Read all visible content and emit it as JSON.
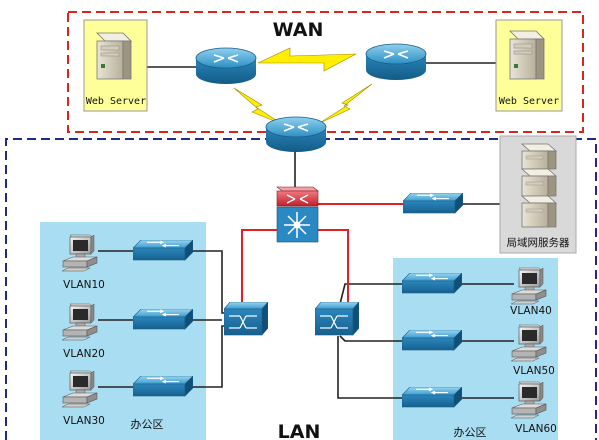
{
  "wan": {
    "title": "WAN"
  },
  "lan": {
    "title": "LAN"
  },
  "servers": {
    "web_left": "Web Server",
    "web_right": "Web Server",
    "lan_server": "局域网服务器"
  },
  "vlans": {
    "vlan10": "VLAN10",
    "vlan20": "VLAN20",
    "vlan30": "VLAN30",
    "vlan40": "VLAN40",
    "vlan50": "VLAN50",
    "vlan60": "VLAN60"
  },
  "zones": {
    "office_left": "办公区",
    "office_right": "办公区"
  },
  "colors": {
    "wan_border": "#d9251c",
    "lan_border": "#1f2a8a",
    "office_fill": "#a9ddf2",
    "server_fill": "#ffff99",
    "lan_server_fill": "#d9d9d9",
    "red_link": "#e0202a",
    "serial_link": "#ffee00"
  }
}
